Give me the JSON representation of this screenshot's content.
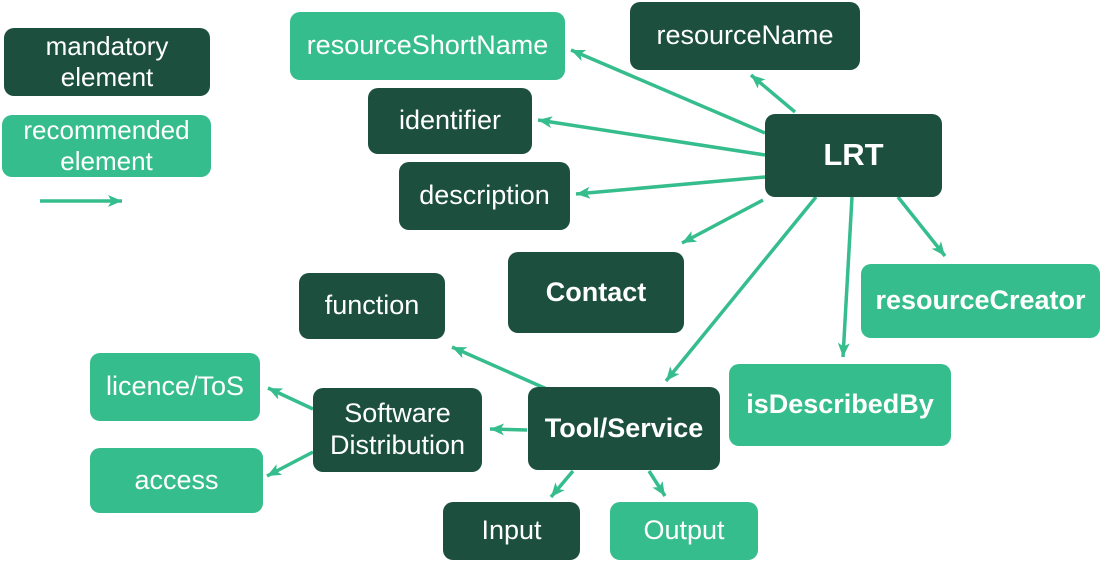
{
  "palette": {
    "mandatory_color": "#1C4F3D",
    "recommended_color": "#36BD8D",
    "arrow_color": "#36BD8D",
    "text_color": "#FFFFFF",
    "background_color": "#FFFFFF"
  },
  "legend": {
    "mandatory": {
      "label": "mandatory element",
      "type": "mandatory"
    },
    "recommended": {
      "label": "recommended element",
      "type": "recommended"
    }
  },
  "nodes": {
    "resource_short_name": {
      "label": "resourceShortName",
      "type": "recommended",
      "emphasis": false
    },
    "resource_name": {
      "label": "resourceName",
      "type": "mandatory",
      "emphasis": false
    },
    "identifier": {
      "label": "identifier",
      "type": "mandatory",
      "emphasis": false
    },
    "description": {
      "label": "description",
      "type": "mandatory",
      "emphasis": false
    },
    "lrt": {
      "label": "LRT",
      "type": "mandatory",
      "emphasis": true
    },
    "contact": {
      "label": "Contact",
      "type": "mandatory",
      "emphasis": true
    },
    "resource_creator": {
      "label": "resourceCreator",
      "type": "recommended",
      "emphasis": true
    },
    "function": {
      "label": "function",
      "type": "mandatory",
      "emphasis": false
    },
    "is_described_by": {
      "label": "isDescribedBy",
      "type": "recommended",
      "emphasis": true
    },
    "licence_tos": {
      "label": "licence/ToS",
      "type": "recommended",
      "emphasis": false
    },
    "software_distribution": {
      "label": "Software Distribution",
      "type": "mandatory",
      "emphasis": false
    },
    "tool_service": {
      "label": "Tool/Service",
      "type": "mandatory",
      "emphasis": true
    },
    "access": {
      "label": "access",
      "type": "recommended",
      "emphasis": false
    },
    "input": {
      "label": "Input",
      "type": "mandatory",
      "emphasis": false
    },
    "output": {
      "label": "Output",
      "type": "recommended",
      "emphasis": false
    }
  },
  "edges": [
    {
      "from": "LRT",
      "to": "resourceShortName"
    },
    {
      "from": "LRT",
      "to": "resourceName"
    },
    {
      "from": "LRT",
      "to": "identifier"
    },
    {
      "from": "LRT",
      "to": "description"
    },
    {
      "from": "LRT",
      "to": "Contact"
    },
    {
      "from": "LRT",
      "to": "Tool/Service"
    },
    {
      "from": "LRT",
      "to": "isDescribedBy"
    },
    {
      "from": "LRT",
      "to": "resourceCreator"
    },
    {
      "from": "Tool/Service",
      "to": "function"
    },
    {
      "from": "Tool/Service",
      "to": "Software Distribution"
    },
    {
      "from": "Tool/Service",
      "to": "Input"
    },
    {
      "from": "Tool/Service",
      "to": "Output"
    },
    {
      "from": "Software Distribution",
      "to": "licence/ToS"
    },
    {
      "from": "Software Distribution",
      "to": "access"
    }
  ]
}
